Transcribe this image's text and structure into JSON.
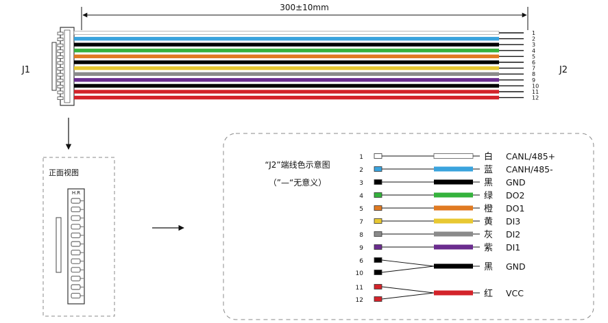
{
  "dimension": "300±10mm",
  "j1_label": "J1",
  "j2_label": "J2",
  "front_view_title": "正面视图",
  "hr_label": "H.R",
  "legend_title": "“J2”端线色示意图",
  "legend_subtitle": "（”—“无意义）",
  "wires": [
    {
      "pin": "1",
      "color": "#ffffff",
      "name": "白"
    },
    {
      "pin": "2",
      "color": "#3aa3dd",
      "name": "蓝"
    },
    {
      "pin": "3",
      "color": "#000000",
      "name": "黑"
    },
    {
      "pin": "4",
      "color": "#34b23c",
      "name": "绿"
    },
    {
      "pin": "5",
      "color": "#e07a22",
      "name": "橙"
    },
    {
      "pin": "6",
      "color": "#000000",
      "name": "黑"
    },
    {
      "pin": "7",
      "color": "#e8c832",
      "name": "黄"
    },
    {
      "pin": "8",
      "color": "#8a8a8a",
      "name": "灰"
    },
    {
      "pin": "9",
      "color": "#6a2c8e",
      "name": "紫"
    },
    {
      "pin": "10",
      "color": "#000000",
      "name": "黑"
    },
    {
      "pin": "11",
      "color": "#d3232a",
      "name": "红"
    },
    {
      "pin": "12",
      "color": "#d3232a",
      "name": "红"
    }
  ],
  "legend_rows": [
    {
      "pins": [
        "1"
      ],
      "color": "#ffffff",
      "color_name": "白",
      "signal": "CANL/485+"
    },
    {
      "pins": [
        "2"
      ],
      "color": "#3aa3dd",
      "color_name": "蓝",
      "signal": "CANH/485-"
    },
    {
      "pins": [
        "3"
      ],
      "color": "#000000",
      "color_name": "黑",
      "signal": "GND"
    },
    {
      "pins": [
        "4"
      ],
      "color": "#34b23c",
      "color_name": "绿",
      "signal": "DO2"
    },
    {
      "pins": [
        "5"
      ],
      "color": "#e07a22",
      "color_name": "橙",
      "signal": "DO1"
    },
    {
      "pins": [
        "7"
      ],
      "color": "#e8c832",
      "color_name": "黄",
      "signal": "DI3"
    },
    {
      "pins": [
        "8"
      ],
      "color": "#8a8a8a",
      "color_name": "灰",
      "signal": "DI2"
    },
    {
      "pins": [
        "9"
      ],
      "color": "#6a2c8e",
      "color_name": "紫",
      "signal": "DI1"
    },
    {
      "pins": [
        "6",
        "10"
      ],
      "color": "#000000",
      "color_name": "黑",
      "signal": "GND"
    },
    {
      "pins": [
        "11",
        "12"
      ],
      "color": "#d3232a",
      "color_name": "红",
      "signal": "VCC"
    }
  ]
}
